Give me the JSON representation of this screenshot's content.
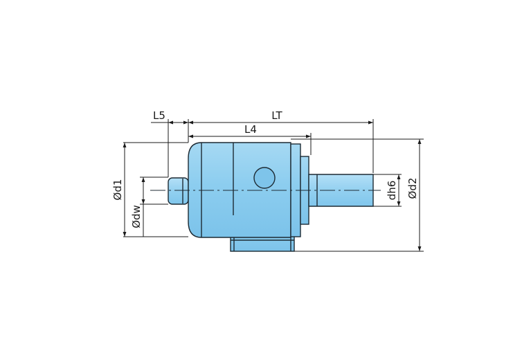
{
  "labels": {
    "L5": "L5",
    "LT": "LT",
    "L4": "L4",
    "d1": "Ød1",
    "dw": "Ødw",
    "dh6": "dh6",
    "d2": "Ød2"
  },
  "colors": {
    "body_fill": "#8ccdef",
    "body_light": "#b8e2f8",
    "body_dark": "#5fb0dc",
    "outline": "#1d2a33",
    "dimension": "#1a1a1a"
  }
}
